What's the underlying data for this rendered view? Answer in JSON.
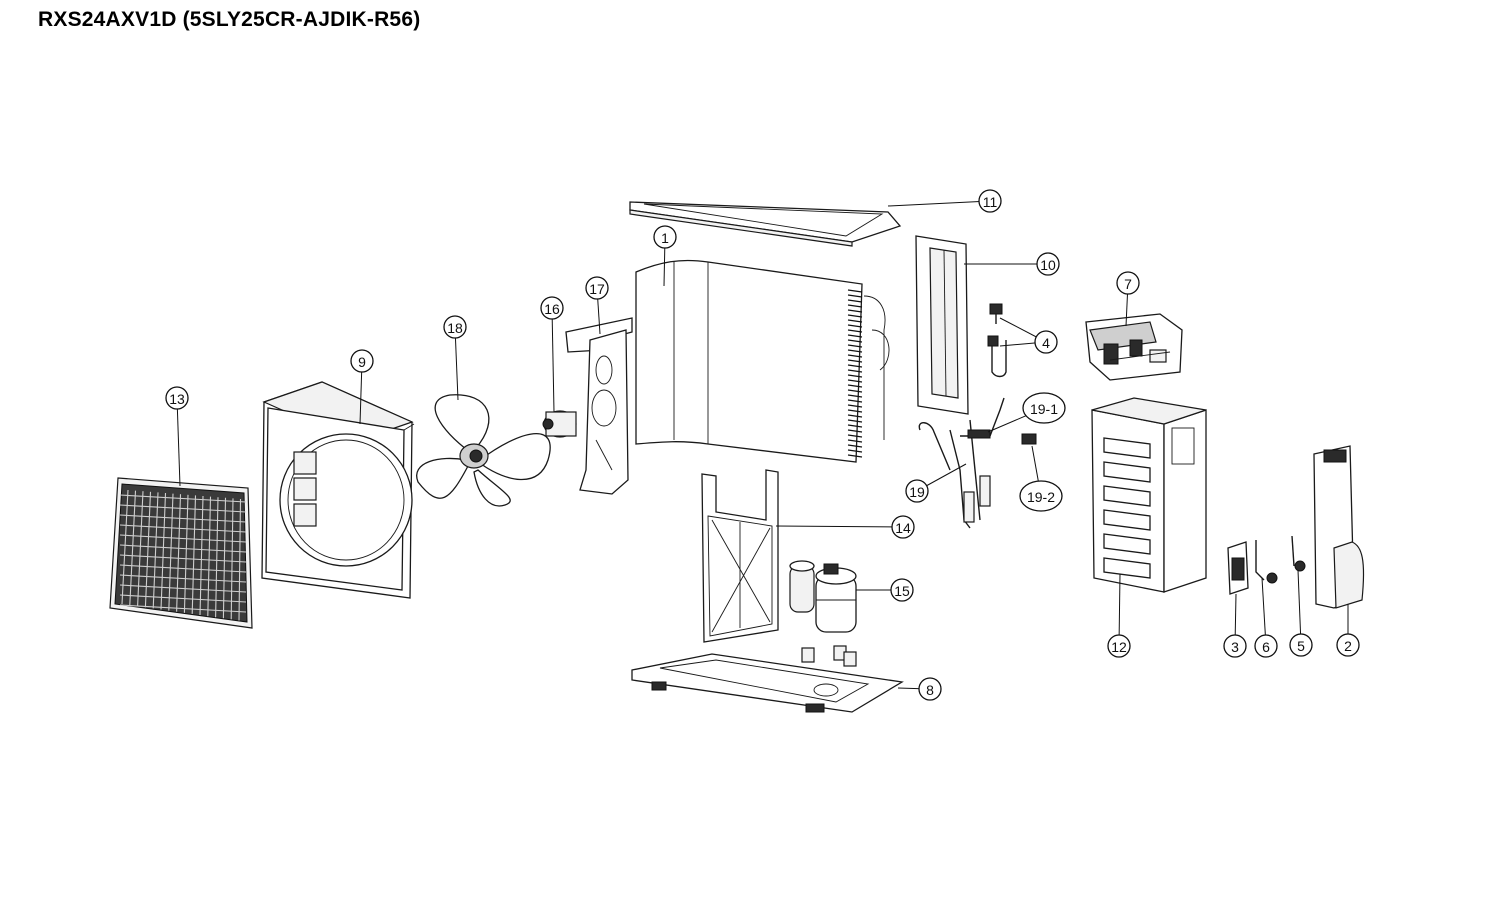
{
  "header": {
    "title": "RXS24AXV1D (5SLY25CR-AJDIK-R56)"
  },
  "callouts": [
    {
      "label": "1"
    },
    {
      "label": "2"
    },
    {
      "label": "3"
    },
    {
      "label": "4"
    },
    {
      "label": "5"
    },
    {
      "label": "6"
    },
    {
      "label": "7"
    },
    {
      "label": "8"
    },
    {
      "label": "9"
    },
    {
      "label": "10"
    },
    {
      "label": "11"
    },
    {
      "label": "12"
    },
    {
      "label": "13"
    },
    {
      "label": "14"
    },
    {
      "label": "15"
    },
    {
      "label": "16"
    },
    {
      "label": "17"
    },
    {
      "label": "18"
    },
    {
      "label": "19"
    },
    {
      "label": "19-1"
    },
    {
      "label": "19-2"
    }
  ]
}
